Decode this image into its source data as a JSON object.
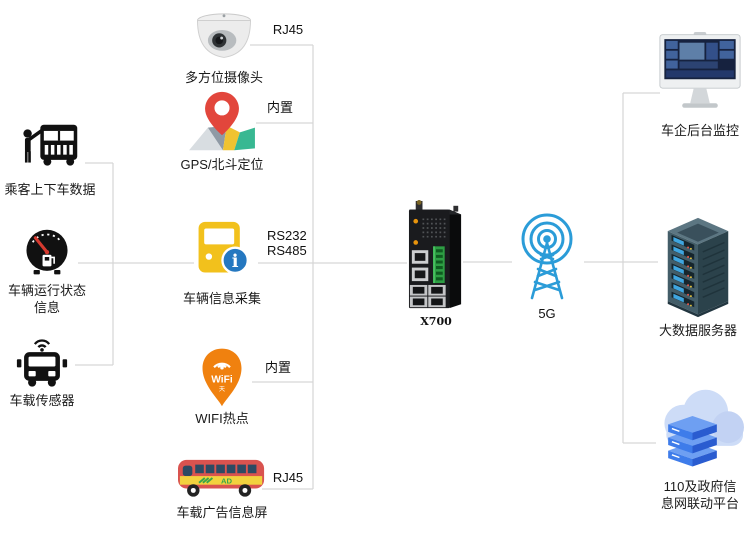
{
  "diagram": {
    "colors": {
      "line": "#d6d6d6",
      "text": "#1a1a1a",
      "gps_red": "#e2463c",
      "bus_yellow": "#f2c11c",
      "info_blue": "#2578c0",
      "wifi_orange": "#f0810f",
      "ad_bus_red": "#d9534f",
      "network_blue": "#2b9cd8",
      "server_teal": "#3f5863",
      "cloud_box_blue": "#3e7cea",
      "led_orange": "#e8940c",
      "terminal_green": "#2e9e44"
    },
    "left_sources": [
      {
        "icon": "passenger-boarding-icon",
        "label": "乘客上下车数据"
      },
      {
        "icon": "fuel-gauge-icon",
        "label_line1": "车辆运行状态",
        "label_line2": "信息"
      },
      {
        "icon": "bus-sensor-icon",
        "label": "车载传感器"
      }
    ],
    "devices": [
      {
        "icon": "dome-camera-icon",
        "label": "多方位摄像头",
        "port": "RJ45"
      },
      {
        "icon": "gps-pin-icon",
        "label": "GPS/北斗定位",
        "port": "内置"
      },
      {
        "icon": "bus-info-icon",
        "label": "车辆信息采集",
        "port_line1": "RS232",
        "port_line2": "RS485",
        "icon_text": "i"
      },
      {
        "icon": "wifi-hotspot-icon",
        "label": "WIFI热点",
        "port": "内置",
        "icon_text": "WiFi",
        "icon_subtext": "天"
      },
      {
        "icon": "ad-bus-icon",
        "label": "车载广告信息屏",
        "port": "RJ45",
        "icon_text": "AD"
      }
    ],
    "router": {
      "icon": "industrial-router-icon",
      "label": "X700"
    },
    "network": {
      "icon": "antenna-tower-icon",
      "label": "5G"
    },
    "targets": [
      {
        "icon": "monitor-icon",
        "label": "车企后台监控"
      },
      {
        "icon": "server-rack-icon",
        "label": "大数据服务器"
      },
      {
        "icon": "cloud-platform-icon",
        "label_line1": "110及政府信",
        "label_line2": "息网联动平台"
      }
    ]
  }
}
